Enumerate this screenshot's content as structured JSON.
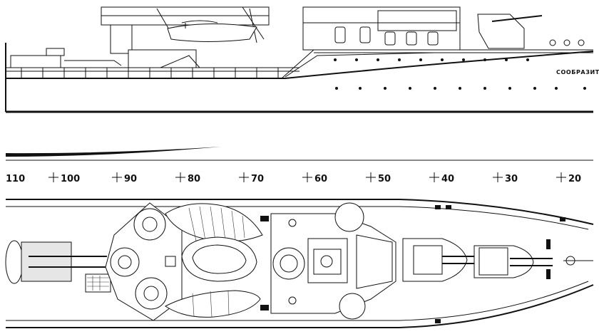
{
  "drawing": {
    "ship_name": "СООБРАЗИТ",
    "frame_ruler": {
      "first_label": "110",
      "labels": [
        "100",
        "90",
        "80",
        "70",
        "60",
        "50",
        "40",
        "30",
        "20"
      ]
    }
  }
}
